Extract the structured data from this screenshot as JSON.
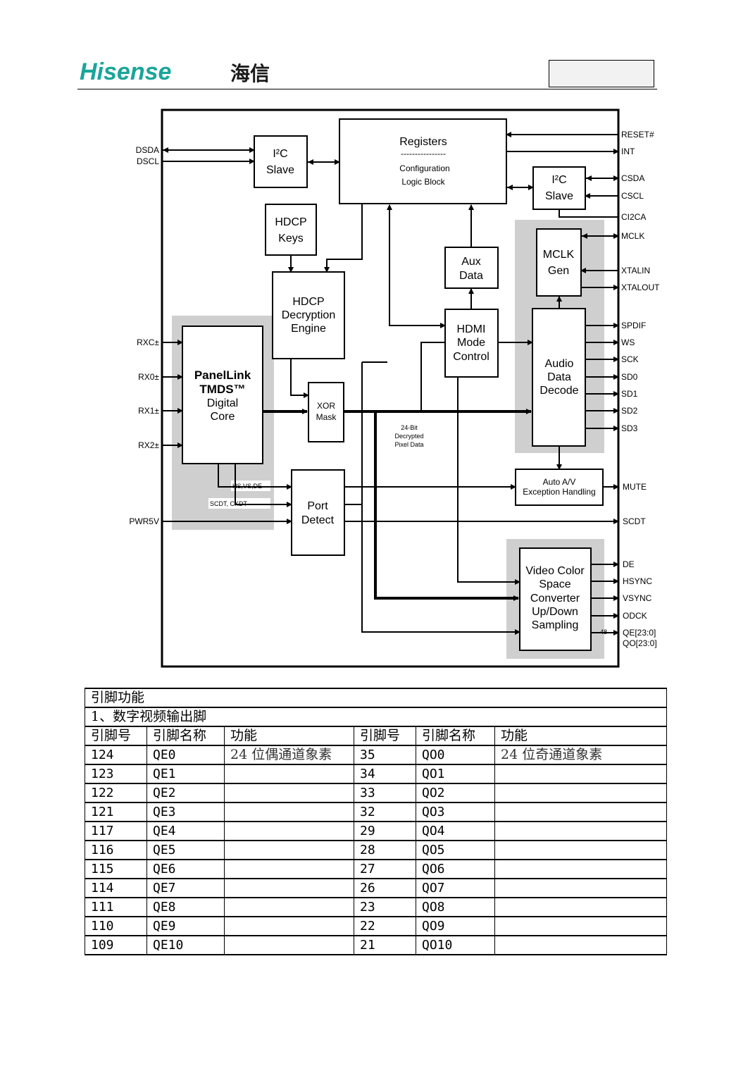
{
  "header": {
    "brand_latin": "Hisense",
    "brand_cjk": "海信",
    "brand_color": "#1aa59a",
    "page_box_text": ""
  },
  "diagram": {
    "blocks": {
      "i2c_slave_left": [
        "I²C",
        "Slave"
      ],
      "registers": [
        "Registers",
        "----------------",
        "Configuration",
        "Logic Block"
      ],
      "i2c_slave_right": [
        "I²C",
        "Slave"
      ],
      "hdcp_keys": [
        "HDCP",
        "Keys"
      ],
      "aux_data": [
        "Aux",
        "Data"
      ],
      "mclk_gen": [
        "MCLK",
        "Gen"
      ],
      "hdcp_engine": [
        "HDCP",
        "Decryption",
        "Engine"
      ],
      "hdmi_mode": [
        "HDMI",
        "Mode",
        "Control"
      ],
      "audio_decode": [
        "Audio",
        "Data",
        "Decode"
      ],
      "panellink": [
        "PanelLink",
        "TMDS™",
        "Digital",
        "Core"
      ],
      "xor_mask": [
        "XOR",
        "Mask"
      ],
      "decrypted_label": [
        "24-Bit",
        "Decrypted",
        "Pixel Data"
      ],
      "auto_av": [
        "Auto A/V",
        "Exception Handling"
      ],
      "port_detect": [
        "Port",
        "Detect"
      ],
      "video_csc": [
        "Video Color",
        "Space",
        "Converter",
        "Up/Down",
        "Sampling"
      ],
      "hs_label": "HS,VS,DE",
      "scdt_label": "SCDT, CKDT",
      "bus_width": "48"
    },
    "left_pins": [
      "DSDA",
      "DSCL",
      "RXC±",
      "RX0±",
      "RX1±",
      "RX2±",
      "PWR5V"
    ],
    "right_pins": [
      "RESET#",
      "INT",
      "CSDA",
      "CSCL",
      "CI2CA",
      "MCLK",
      "XTALIN",
      "XTALOUT",
      "SPDIF",
      "WS",
      "SCK",
      "SD0",
      "SD1",
      "SD2",
      "SD3",
      "MUTE",
      "SCDT",
      "DE",
      "HSYNC",
      "VSYNC",
      "ODCK",
      "QE[23:0]",
      "QO[23:0]"
    ]
  },
  "table": {
    "title": "引脚功能",
    "subtitle": "1、数字视频输出脚",
    "headers": [
      "引脚号",
      "引脚名称",
      "功能",
      "引脚号",
      "引脚名称",
      "功能"
    ],
    "rows": [
      [
        "124",
        "QE0",
        "24 位偶通道象素",
        "35",
        "QO0",
        "24 位奇通道象素"
      ],
      [
        "123",
        "QE1",
        "",
        "34",
        "QO1",
        ""
      ],
      [
        "122",
        "QE2",
        "",
        "33",
        "QO2",
        ""
      ],
      [
        "121",
        "QE3",
        "",
        "32",
        "QO3",
        ""
      ],
      [
        "117",
        "QE4",
        "",
        "29",
        "QO4",
        ""
      ],
      [
        "116",
        "QE5",
        "",
        "28",
        "QO5",
        ""
      ],
      [
        "115",
        "QE6",
        "",
        "27",
        "QO6",
        ""
      ],
      [
        "114",
        "QE7",
        "",
        "26",
        "QO7",
        ""
      ],
      [
        "111",
        "QE8",
        "",
        "23",
        "QO8",
        ""
      ],
      [
        "110",
        "QE9",
        "",
        "22",
        "QO9",
        ""
      ],
      [
        "109",
        "QE10",
        "",
        "21",
        "QO10",
        ""
      ]
    ]
  }
}
